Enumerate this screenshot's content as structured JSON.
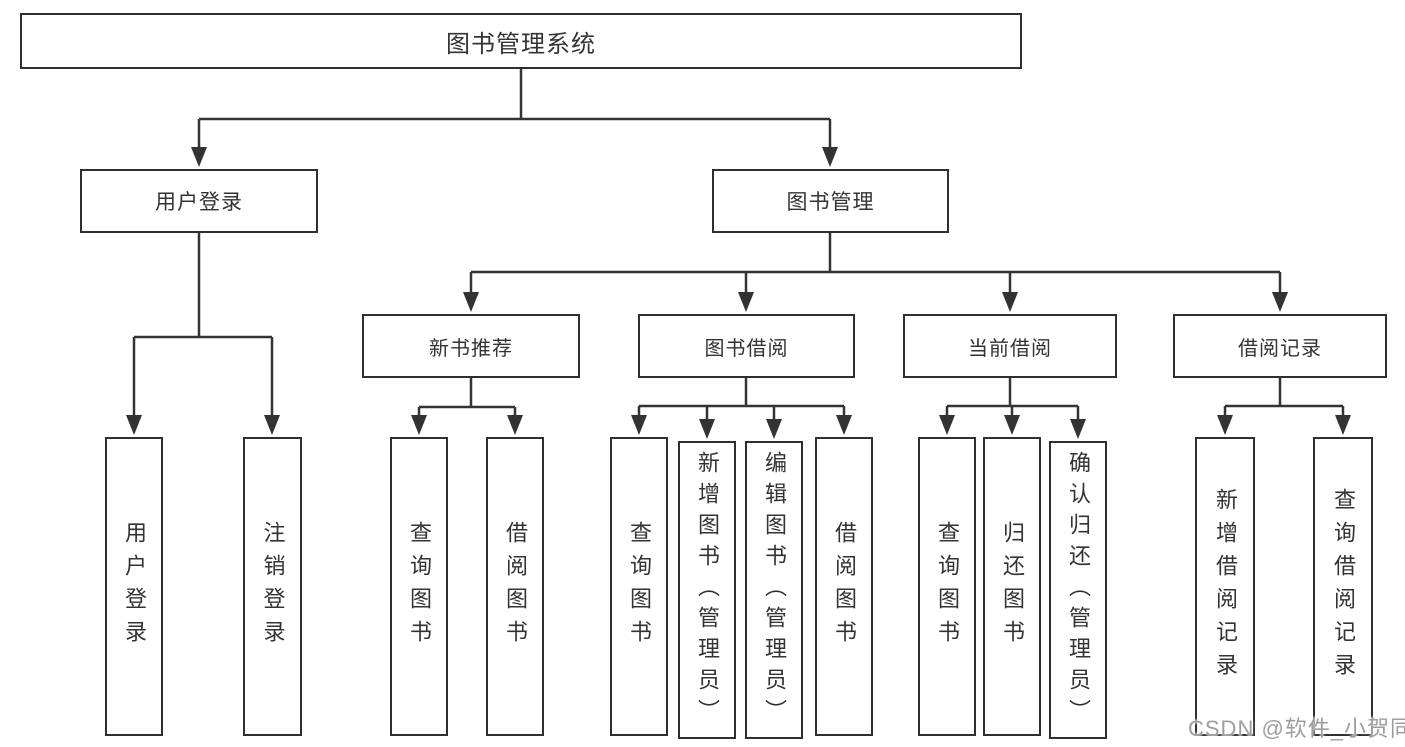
{
  "diagram": {
    "title": "图书管理系统",
    "background": "#ffffff",
    "line_color": "#333333",
    "border_color": "#2f2f2f",
    "text_color": "#333333",
    "watermark": {
      "text": "CSDN @软件_小贺同学",
      "color": "#9e9e9e"
    },
    "nodes": {
      "root": {
        "label": "图书管理系统"
      },
      "user_login": {
        "label": "用户登录"
      },
      "book_mgmt": {
        "label": "图书管理"
      },
      "user_login_action": {
        "label": "用户登录"
      },
      "logout": {
        "label": "注销登录"
      },
      "new_book_rec": {
        "label": "新书推荐"
      },
      "book_borrow": {
        "label": "图书借阅"
      },
      "current_borrow": {
        "label": "当前借阅"
      },
      "borrow_records": {
        "label": "借阅记录"
      },
      "rec_query_book": {
        "label": "查询图书"
      },
      "rec_borrow_book": {
        "label": "借阅图书"
      },
      "bb_query_book": {
        "label": "查询图书"
      },
      "bb_add_book": {
        "label": "新增图书（管理员）"
      },
      "bb_edit_book": {
        "label": "编辑图书（管理员）"
      },
      "bb_borrow_book": {
        "label": "借阅图书"
      },
      "cb_query_book": {
        "label": "查询图书"
      },
      "cb_return_book": {
        "label": "归还图书"
      },
      "cb_confirm_return": {
        "label": "确认归还（管理员）"
      },
      "br_add_record": {
        "label": "新增借阅记录"
      },
      "br_query_record": {
        "label": "查询借阅记录"
      }
    },
    "hierarchy": {
      "root": [
        "user_login",
        "book_mgmt"
      ],
      "user_login": [
        "user_login_action",
        "logout"
      ],
      "book_mgmt": [
        "new_book_rec",
        "book_borrow",
        "current_borrow",
        "borrow_records"
      ],
      "new_book_rec": [
        "rec_query_book",
        "rec_borrow_book"
      ],
      "book_borrow": [
        "bb_query_book",
        "bb_add_book",
        "bb_edit_book",
        "bb_borrow_book"
      ],
      "current_borrow": [
        "cb_query_book",
        "cb_return_book",
        "cb_confirm_return"
      ],
      "borrow_records": [
        "br_add_record",
        "br_query_record"
      ]
    }
  }
}
